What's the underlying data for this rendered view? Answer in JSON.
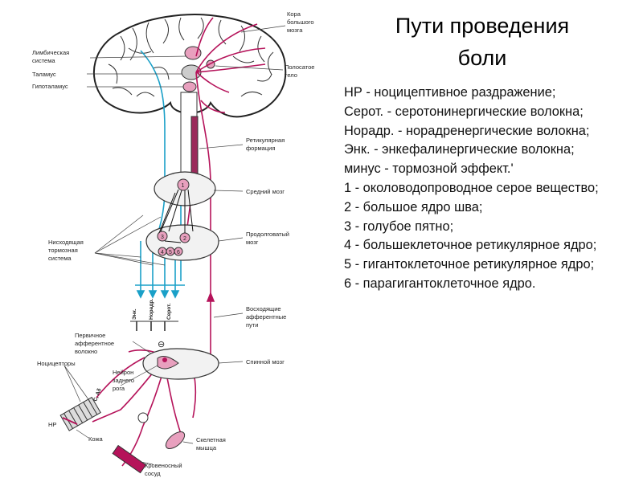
{
  "title": {
    "line1": "Пути проведения",
    "line2": "боли"
  },
  "legend": [
    "НР - ноцицептивное раздражение;",
    "Серот. - серотонинергические волокна;",
    "Норадр. - норадренергические волокна;",
    "Энк. - энкефалинергические волокна;",
    "минус - тормозной эффект.'",
    "1 - околоводопроводное серое вещество;",
    "2 - большое ядро шва;",
    "3 - голубое пятно;",
    "4 - большеклеточное ретикулярное ядро;",
    "5 - гигантоклеточное ретикулярное ядро;",
    "6 - парагигантоклеточное ядро."
  ],
  "diagram": {
    "labels": {
      "cortex_1": "Кора",
      "cortex_2": "большого",
      "cortex_3": "мозга",
      "limbic_1": "Лимбическая",
      "limbic_2": "система",
      "thalamus": "Таламус",
      "hypothalamus": "Гипоталамус",
      "striatum_1": "Полосатое",
      "striatum_2": "тело",
      "reticular_1": "Ретикулярная",
      "reticular_2": "формация",
      "midbrain": "Средний мозг",
      "medulla_1": "Продолговатый",
      "medulla_2": "мозг",
      "descending_1": "Нисходящая",
      "descending_2": "тормозная",
      "descending_3": "система",
      "ascending_1": "Восходящие",
      "ascending_2": "афферентные",
      "ascending_3": "пути",
      "primary_1": "Первичное",
      "primary_2": "афферентное",
      "primary_3": "волокно",
      "nociceptors": "Ноцицепторы",
      "horn_1": "Нейрон",
      "horn_2": "заднего",
      "horn_3": "рога",
      "spinal": "Спинной мозг",
      "fiber_c": "C, Aδ",
      "np": "НР",
      "skin": "Кожа",
      "muscle_1": "Скелетная",
      "muscle_2": "мышца",
      "vessel_1": "Кровеносный",
      "vessel_2": "сосуд"
    },
    "fibers": {
      "enk": "Энк.",
      "noradr": "Норадр.",
      "serot": "Серот."
    },
    "numbers": {
      "n1": "1",
      "n2": "2",
      "n3": "3",
      "n4": "4",
      "n5": "5",
      "n6": "6"
    },
    "minus_sign": "⊖",
    "colors": {
      "afferent": "#b5135a",
      "descending": "#1aa0c8",
      "brain_outline": "#222222",
      "nucleus_fill": "#e8a0be"
    }
  }
}
